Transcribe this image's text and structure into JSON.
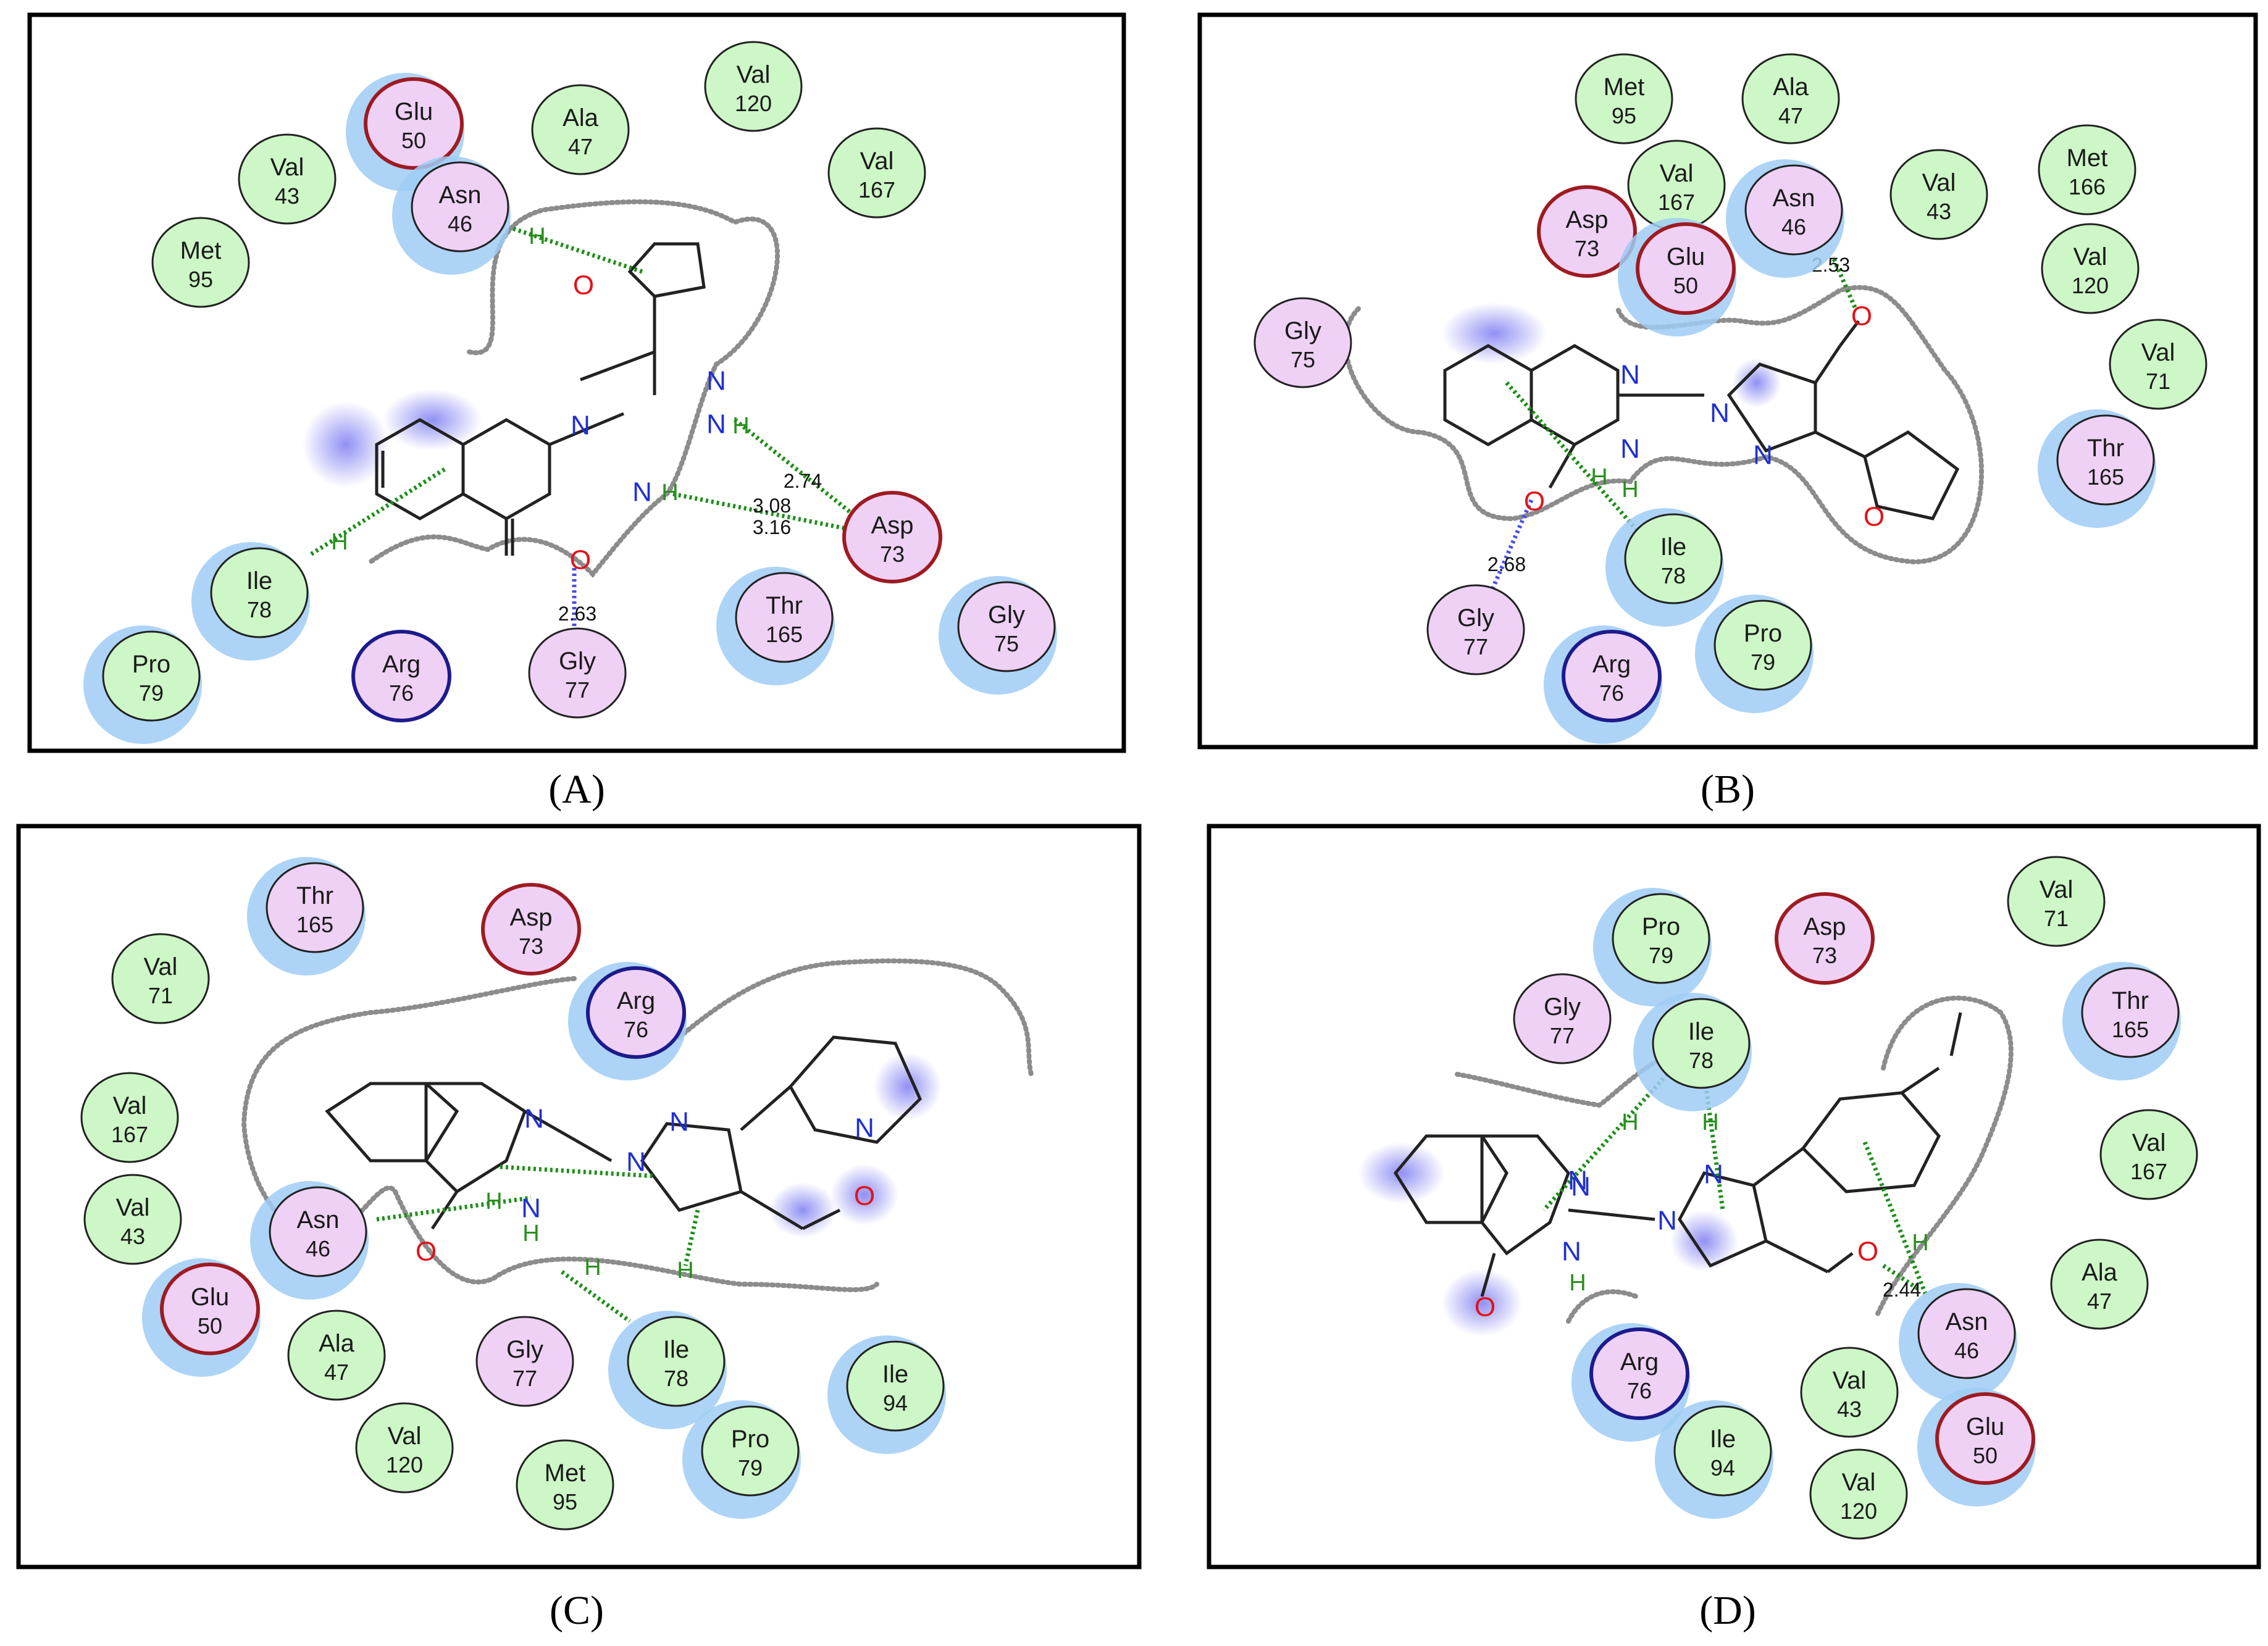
{
  "panels": [
    {
      "id": "A",
      "caption": "(A)",
      "residues": [
        {
          "name": "Glu",
          "num": "50",
          "kind": "charged",
          "bg": true
        },
        {
          "name": "Ala",
          "num": "47",
          "kind": "hydrophobic",
          "bg": false
        },
        {
          "name": "Val",
          "num": "120",
          "kind": "hydrophobic",
          "bg": false
        },
        {
          "name": "Val",
          "num": "43",
          "kind": "hydrophobic",
          "bg": false
        },
        {
          "name": "Asn",
          "num": "46",
          "kind": "polar",
          "bg": true
        },
        {
          "name": "Val",
          "num": "167",
          "kind": "hydrophobic",
          "bg": false
        },
        {
          "name": "Met",
          "num": "95",
          "kind": "hydrophobic",
          "bg": false
        },
        {
          "name": "Ile",
          "num": "78",
          "kind": "hydrophobic",
          "bg": true
        },
        {
          "name": "Asp",
          "num": "73",
          "kind": "charged",
          "bg": false
        },
        {
          "name": "Thr",
          "num": "165",
          "kind": "polar",
          "bg": true
        },
        {
          "name": "Gly",
          "num": "75",
          "kind": "polar",
          "bg": true
        },
        {
          "name": "Pro",
          "num": "79",
          "kind": "hydrophobic",
          "bg": true
        },
        {
          "name": "Arg",
          "num": "76",
          "kind": "basic",
          "bg": false
        },
        {
          "name": "Gly",
          "num": "77",
          "kind": "polar",
          "bg": false
        }
      ],
      "atoms": [
        "O",
        "N",
        "N",
        "H",
        "N",
        "N",
        "H",
        "O",
        "H",
        "H"
      ],
      "distances": [
        "2.74",
        "3.08",
        "3.16",
        "2.63"
      ]
    },
    {
      "id": "B",
      "caption": "(B)",
      "residues": [
        {
          "name": "Met",
          "num": "95",
          "kind": "hydrophobic",
          "bg": false
        },
        {
          "name": "Ala",
          "num": "47",
          "kind": "hydrophobic",
          "bg": false
        },
        {
          "name": "Met",
          "num": "166",
          "kind": "hydrophobic",
          "bg": false
        },
        {
          "name": "Val",
          "num": "167",
          "kind": "hydrophobic",
          "bg": false
        },
        {
          "name": "Asn",
          "num": "46",
          "kind": "polar",
          "bg": true
        },
        {
          "name": "Val",
          "num": "43",
          "kind": "hydrophobic",
          "bg": false
        },
        {
          "name": "Asp",
          "num": "73",
          "kind": "charged",
          "bg": false
        },
        {
          "name": "Glu",
          "num": "50",
          "kind": "charged",
          "bg": true
        },
        {
          "name": "Val",
          "num": "120",
          "kind": "hydrophobic",
          "bg": false
        },
        {
          "name": "Gly",
          "num": "75",
          "kind": "polar",
          "bg": false
        },
        {
          "name": "Val",
          "num": "71",
          "kind": "hydrophobic",
          "bg": false
        },
        {
          "name": "Thr",
          "num": "165",
          "kind": "polar",
          "bg": true
        },
        {
          "name": "Ile",
          "num": "78",
          "kind": "hydrophobic",
          "bg": true
        },
        {
          "name": "Gly",
          "num": "77",
          "kind": "polar",
          "bg": false
        },
        {
          "name": "Pro",
          "num": "79",
          "kind": "hydrophobic",
          "bg": true
        },
        {
          "name": "Arg",
          "num": "76",
          "kind": "basic",
          "bg": true
        }
      ],
      "atoms": [
        "N",
        "N",
        "N",
        "N",
        "O",
        "O",
        "O",
        "H",
        "H"
      ],
      "distances": [
        "2.53",
        "2.68"
      ]
    },
    {
      "id": "C",
      "caption": "(C)",
      "residues": [
        {
          "name": "Thr",
          "num": "165",
          "kind": "polar",
          "bg": true
        },
        {
          "name": "Asp",
          "num": "73",
          "kind": "charged",
          "bg": false
        },
        {
          "name": "Val",
          "num": "71",
          "kind": "hydrophobic",
          "bg": false
        },
        {
          "name": "Arg",
          "num": "76",
          "kind": "basic",
          "bg": true
        },
        {
          "name": "Val",
          "num": "167",
          "kind": "hydrophobic",
          "bg": false
        },
        {
          "name": "Val",
          "num": "43",
          "kind": "hydrophobic",
          "bg": false
        },
        {
          "name": "Asn",
          "num": "46",
          "kind": "polar",
          "bg": true
        },
        {
          "name": "Glu",
          "num": "50",
          "kind": "charged",
          "bg": true
        },
        {
          "name": "Ala",
          "num": "47",
          "kind": "hydrophobic",
          "bg": false
        },
        {
          "name": "Gly",
          "num": "77",
          "kind": "polar",
          "bg": false
        },
        {
          "name": "Ile",
          "num": "78",
          "kind": "hydrophobic",
          "bg": true
        },
        {
          "name": "Ile",
          "num": "94",
          "kind": "hydrophobic",
          "bg": true
        },
        {
          "name": "Val",
          "num": "120",
          "kind": "hydrophobic",
          "bg": false
        },
        {
          "name": "Met",
          "num": "95",
          "kind": "hydrophobic",
          "bg": false
        },
        {
          "name": "Pro",
          "num": "79",
          "kind": "hydrophobic",
          "bg": true
        }
      ],
      "atoms": [
        "N",
        "N",
        "N",
        "N",
        "N",
        "O",
        "O",
        "H",
        "H",
        "H",
        "H"
      ],
      "distances": []
    },
    {
      "id": "D",
      "caption": "(D)",
      "residues": [
        {
          "name": "Pro",
          "num": "79",
          "kind": "hydrophobic",
          "bg": true
        },
        {
          "name": "Asp",
          "num": "73",
          "kind": "charged",
          "bg": false
        },
        {
          "name": "Val",
          "num": "71",
          "kind": "hydrophobic",
          "bg": false
        },
        {
          "name": "Gly",
          "num": "77",
          "kind": "polar",
          "bg": false
        },
        {
          "name": "Ile",
          "num": "78",
          "kind": "hydrophobic",
          "bg": true
        },
        {
          "name": "Thr",
          "num": "165",
          "kind": "polar",
          "bg": true
        },
        {
          "name": "Val",
          "num": "167",
          "kind": "hydrophobic",
          "bg": false
        },
        {
          "name": "Ala",
          "num": "47",
          "kind": "hydrophobic",
          "bg": false
        },
        {
          "name": "Asn",
          "num": "46",
          "kind": "polar",
          "bg": true
        },
        {
          "name": "Arg",
          "num": "76",
          "kind": "basic",
          "bg": true
        },
        {
          "name": "Val",
          "num": "43",
          "kind": "hydrophobic",
          "bg": false
        },
        {
          "name": "Ile",
          "num": "94",
          "kind": "hydrophobic",
          "bg": true
        },
        {
          "name": "Glu",
          "num": "50",
          "kind": "charged",
          "bg": true
        },
        {
          "name": "Val",
          "num": "120",
          "kind": "hydrophobic",
          "bg": false
        }
      ],
      "atoms": [
        "N",
        "N",
        "N",
        "N",
        "N",
        "O",
        "O",
        "H",
        "H",
        "H",
        "H"
      ],
      "distances": [
        "2.44"
      ]
    }
  ],
  "colors": {
    "hydrophobic_fill": "#cdf7c6",
    "polar_fill": "#efd1f5",
    "charged_ring": "#9e1b22",
    "basic_ring": "#1c1b8c",
    "plain_ring": "#222222",
    "solvent_halo": "#9fcdf5",
    "hbond": "#1f8f1a",
    "backbone_hbond": "#4a4fe0",
    "pocket_outline": "#8c8c8c",
    "nitrogen": "#1f2fd0",
    "oxygen": "#e0141a"
  }
}
